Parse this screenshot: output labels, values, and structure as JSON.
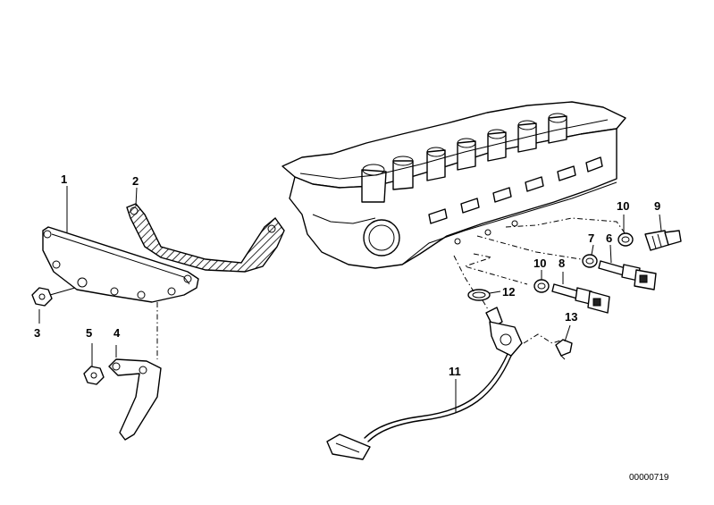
{
  "callouts": [
    {
      "id": "1",
      "label": "1"
    },
    {
      "id": "2",
      "label": "2"
    },
    {
      "id": "3",
      "label": "3"
    },
    {
      "id": "4",
      "label": "4"
    },
    {
      "id": "5",
      "label": "5"
    },
    {
      "id": "6",
      "label": "6"
    },
    {
      "id": "7",
      "label": "7"
    },
    {
      "id": "8",
      "label": "8"
    },
    {
      "id": "9",
      "label": "9"
    },
    {
      "id": "10a",
      "label": "10"
    },
    {
      "id": "10b",
      "label": "10"
    },
    {
      "id": "11",
      "label": "11"
    },
    {
      "id": "12",
      "label": "12"
    },
    {
      "id": "13",
      "label": "13"
    }
  ],
  "diagram_number": "00000719",
  "colors": {
    "ink": "#000000",
    "paper": "#ffffff"
  }
}
